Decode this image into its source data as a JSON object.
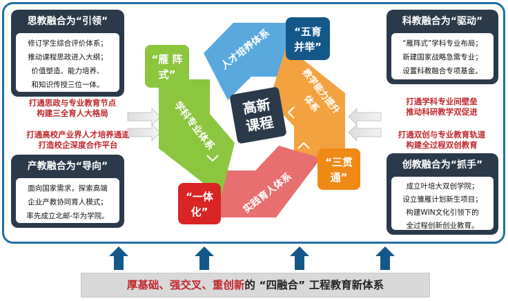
{
  "boxes": {
    "tl": {
      "title": "思教融合为“引领”",
      "lines": [
        "修订学生综合评价体系；",
        "推动课程思政进入大纲；",
        "价值塑造、能力培养、",
        "和知识传授三位一体。"
      ]
    },
    "bl": {
      "title": "产教融合为“导向”",
      "lines": [
        "面向国家需求，探索高端",
        "企业产教协同育人模式；",
        "率先成立北邮-华为学院。"
      ]
    },
    "tr": {
      "title": "科教融合为“驱动”",
      "lines": [
        "“雁阵式”学科专业布局；",
        "新建国家战略急需专业；",
        "设置科教融合专项基金。"
      ]
    },
    "br": {
      "title": "创教融合为“抓手”",
      "lines": [
        "成立叶培大双创学院；",
        "设立雏雁计划新生项目；",
        "构建WIN文化引领下的",
        "全过程创新创业教育。"
      ]
    }
  },
  "links": {
    "tl": [
      "打通思政与专业教育节点",
      "构建三全育人大格局"
    ],
    "bl": [
      "打通高校产业界人才培养通道",
      "打造校企深度合作平台"
    ],
    "tr": [
      "打通学科专业间壁垒",
      "推动科研教学双促进"
    ],
    "br": [
      "打通双创与专业教育轨道",
      "构建全过程双创教育"
    ]
  },
  "wheel": {
    "center": [
      "高新",
      "课程"
    ],
    "blades": {
      "top": "人才培养体系",
      "right": [
        "教学能力提升",
        "体系"
      ],
      "bottom": "实践育人体系",
      "left": "学科专业体系"
    },
    "tags": {
      "top": [
        "“五育",
        "并举”"
      ],
      "right": [
        "“三贯",
        "通”"
      ],
      "bottom": [
        "“一体",
        "化”"
      ],
      "left": [
        "“雁 阵",
        "式”"
      ]
    }
  },
  "base": {
    "red": "厚基础、强交叉、重创新",
    "dark": "的 “四融合” 工程教育新体系"
  },
  "colors": {
    "frame": "#1f6fa3",
    "box": "#2b3a4b",
    "red": "#c0282d",
    "blue": "#5aa9de",
    "orange": "#f3a240",
    "pink": "#e86f6f",
    "green": "#8cc63f",
    "navy": "#14588a"
  }
}
